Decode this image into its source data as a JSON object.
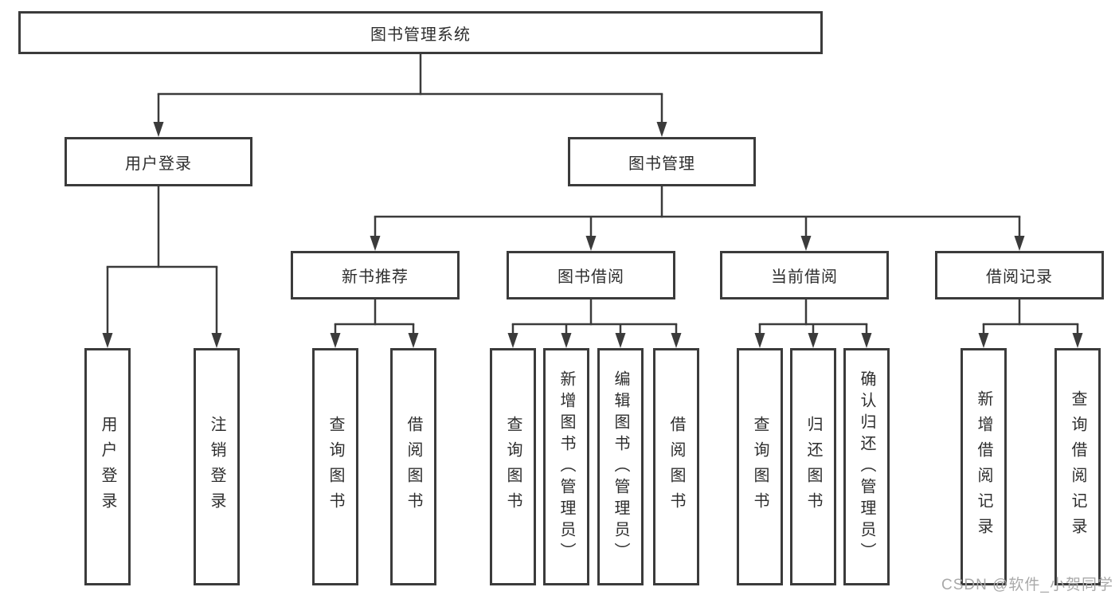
{
  "diagram": {
    "root": {
      "label": "图书管理系统",
      "children": [
        {
          "label": "用户登录",
          "children": [
            {
              "label": "用户登录"
            },
            {
              "label": "注销登录"
            }
          ]
        },
        {
          "label": "图书管理",
          "children": [
            {
              "label": "新书推荐",
              "children": [
                {
                  "label": "查询图书"
                },
                {
                  "label": "借阅图书"
                }
              ]
            },
            {
              "label": "图书借阅",
              "children": [
                {
                  "label": "查询图书"
                },
                {
                  "label": "新增图书（管理员）"
                },
                {
                  "label": "编辑图书（管理员）"
                },
                {
                  "label": "借阅图书"
                }
              ]
            },
            {
              "label": "当前借阅",
              "children": [
                {
                  "label": "查询图书"
                },
                {
                  "label": "归还图书"
                },
                {
                  "label": "确认归还（管理员）"
                }
              ]
            },
            {
              "label": "借阅记录",
              "children": [
                {
                  "label": "新增借阅记录"
                },
                {
                  "label": "查询借阅记录"
                }
              ]
            }
          ]
        }
      ]
    },
    "watermark": "CSDN @软件_小贺同学"
  },
  "colors": {
    "line": "#3b3b3b",
    "text": "#2e2e2e",
    "background": "#ffffff",
    "watermark": "#a9a9a9"
  }
}
